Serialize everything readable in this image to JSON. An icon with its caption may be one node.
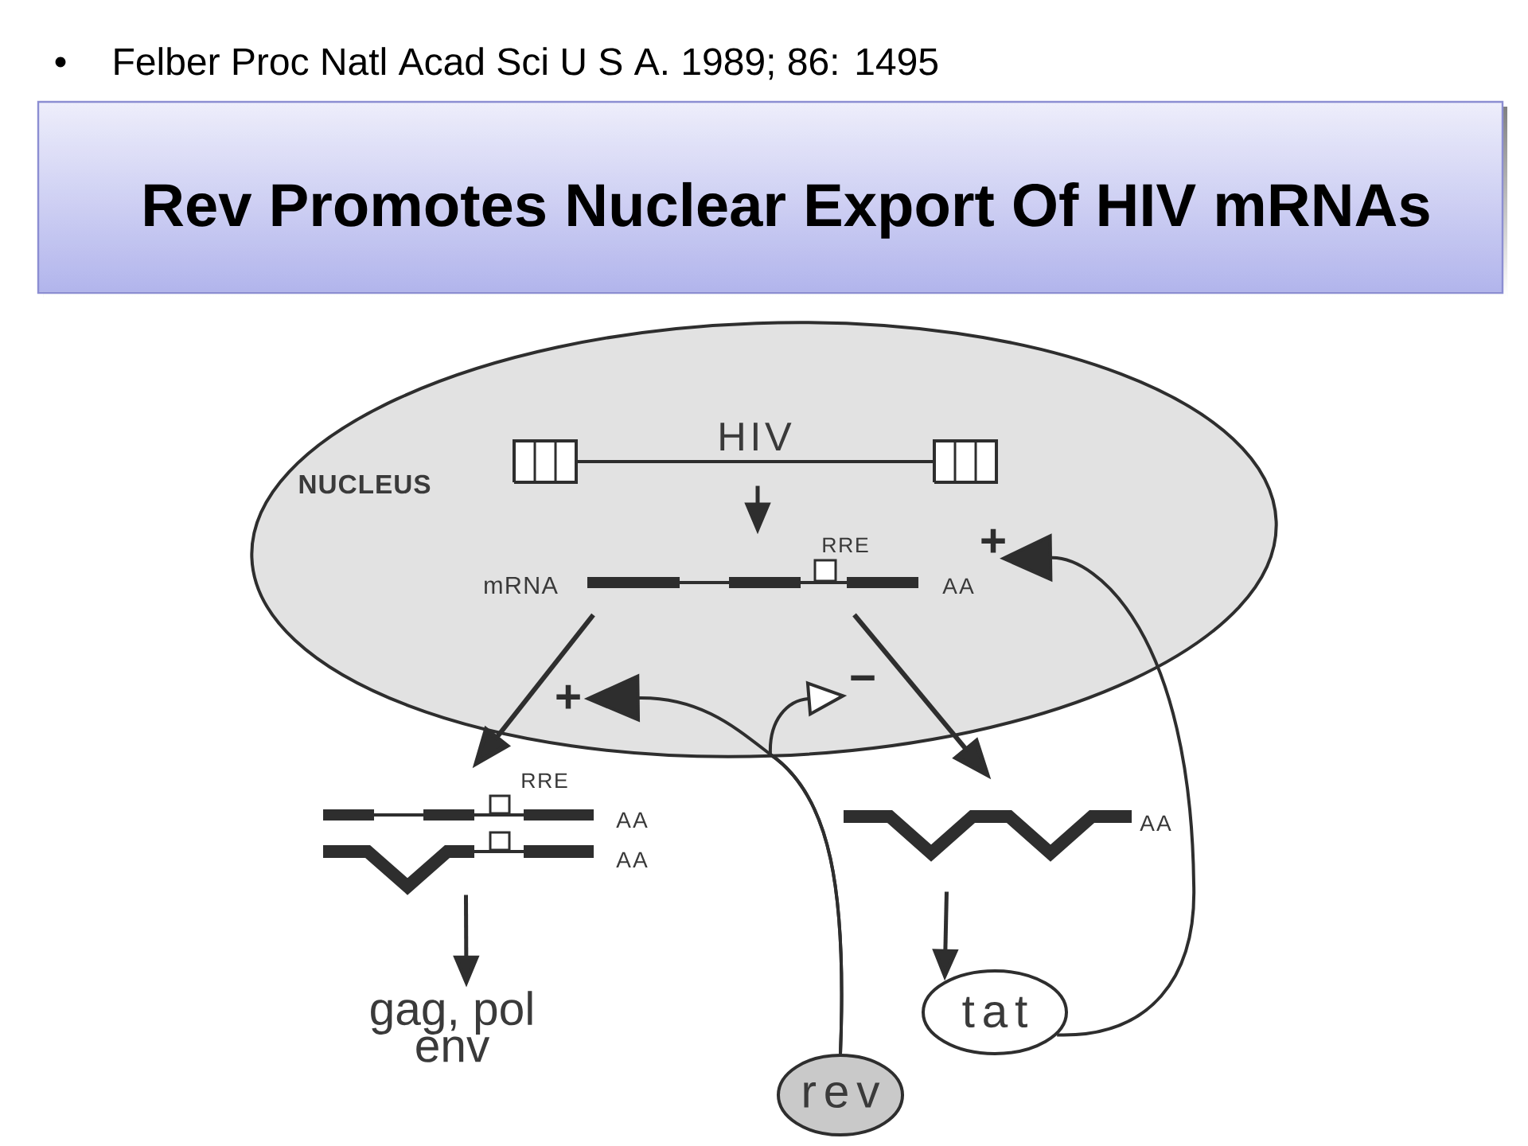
{
  "diagram": {
    "title": "Rev Promotes Nuclear Export Of HIV mRNAs",
    "nodes": [
      {
        "text": [
          "NUCLEUS"
        ]
      },
      {
        "text": [
          "HIV"
        ],
        "in": 0
      },
      {
        "text": [
          "mRNA",
          "RRE",
          "AA"
        ],
        "in": 0
      },
      {
        "text": [
          "+"
        ],
        "in": 0
      },
      {
        "text": [
          "+"
        ],
        "in": 0
      },
      {
        "text": [
          "−"
        ],
        "in": 0
      },
      {
        "text": [
          "RRE",
          "AA",
          "AA"
        ]
      },
      {
        "text": [
          "AA"
        ]
      },
      {
        "text": [
          "gag, pol env"
        ]
      },
      {
        "text": [
          "tat"
        ]
      },
      {
        "text": [
          "rev"
        ]
      }
    ],
    "edges": [
      {
        "from": 1,
        "to": 2,
        "arrow": "to"
      },
      {
        "from": 2,
        "to": 6,
        "arrow": "to"
      },
      {
        "from": 2,
        "to": 7,
        "arrow": "to"
      },
      {
        "from": 6,
        "to": 8,
        "arrow": "to"
      },
      {
        "from": 7,
        "to": 9,
        "arrow": "to"
      },
      {
        "from": 9,
        "to": 3,
        "arrow": "to"
      },
      {
        "from": 10,
        "to": 4,
        "arrow": "to"
      },
      {
        "from": 10,
        "to": 5,
        "arrow": "to"
      }
    ],
    "labels": [
      "Felber Proc Natl Acad Sci U S A. 1989; 86: 1495"
    ]
  }
}
